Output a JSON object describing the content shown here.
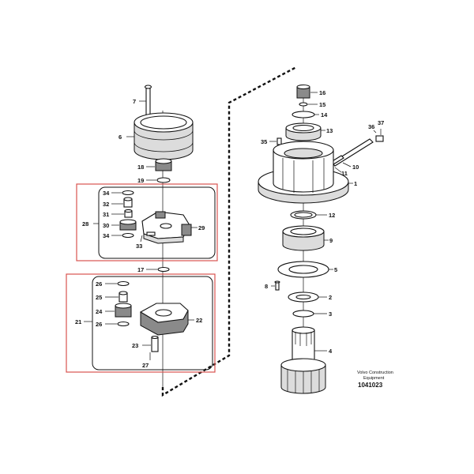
{
  "labels": {
    "p1": "1",
    "p2": "2",
    "p3": "3",
    "p4": "4",
    "p5": "5",
    "p6": "6",
    "p7": "7",
    "p8": "8",
    "p9": "9",
    "p10": "10",
    "p11": "11",
    "p12": "12",
    "p13": "13",
    "p14": "14",
    "p15": "15",
    "p16": "16",
    "p17": "17",
    "p18": "18",
    "p19": "19",
    "p21": "21",
    "p22": "22",
    "p23": "23",
    "p24": "24",
    "p25": "25",
    "p26a": "26",
    "p26b": "26",
    "p27": "27",
    "p28": "28",
    "p29": "29",
    "p30": "30",
    "p31": "31",
    "p32": "32",
    "p33": "33",
    "p34a": "34",
    "p34b": "34",
    "p35": "35",
    "p36": "36",
    "p37": "37"
  },
  "caption": {
    "line1": "Volvo Construction",
    "line2": "Equipment",
    "code": "1041023"
  }
}
